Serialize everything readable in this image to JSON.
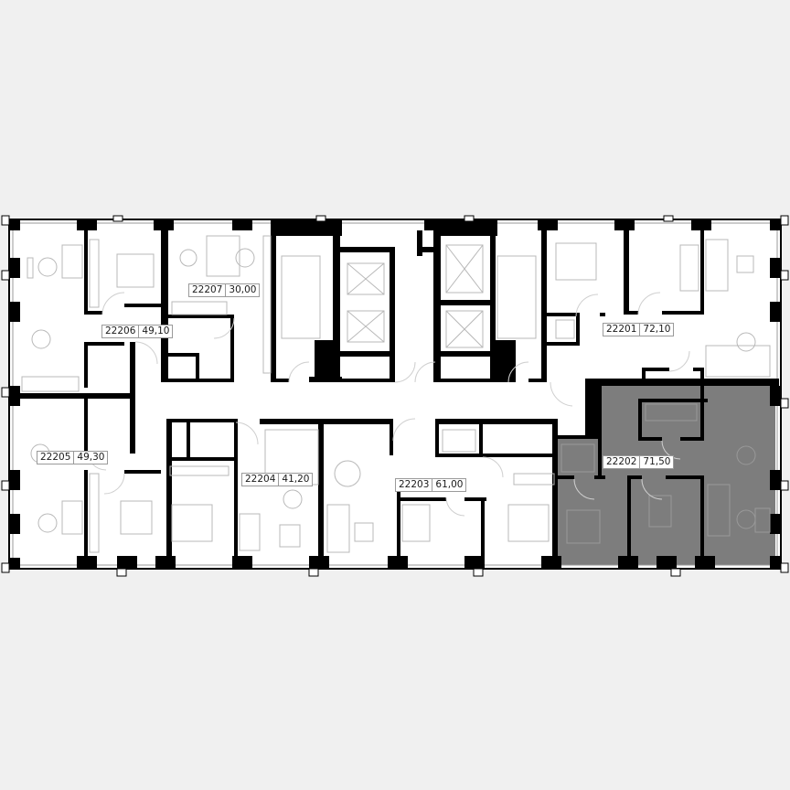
{
  "floor_plan": {
    "background_color": "#f0f0f0",
    "plan_fill": "#ffffff",
    "wall_color": "#000000",
    "furniture_color": "#b8b8b8",
    "highlight_color": "#7d7d7d",
    "selected_apartment": "22202",
    "apartments": [
      {
        "number": "22201",
        "area": "72,10",
        "highlighted": false
      },
      {
        "number": "22202",
        "area": "71,50",
        "highlighted": true
      },
      {
        "number": "22203",
        "area": "61,00",
        "highlighted": false
      },
      {
        "number": "22204",
        "area": "41,20",
        "highlighted": false
      },
      {
        "number": "22205",
        "area": "49,30",
        "highlighted": false
      },
      {
        "number": "22206",
        "area": "49,10",
        "highlighted": false
      },
      {
        "number": "22207",
        "area": "30,00",
        "highlighted": false
      }
    ],
    "core": {
      "stairs": 2,
      "elevators": 4
    }
  }
}
